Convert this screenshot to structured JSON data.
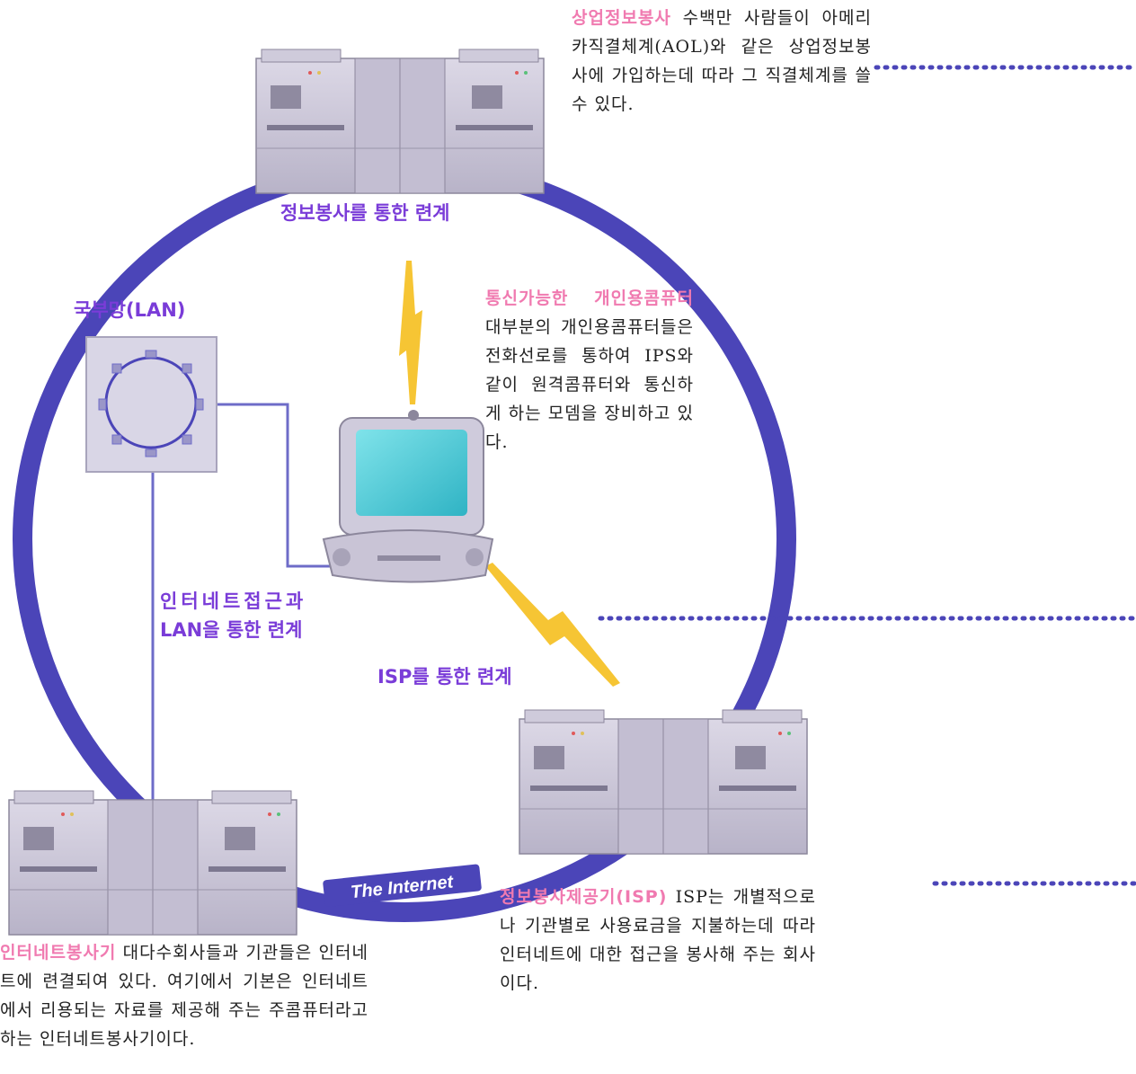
{
  "colors": {
    "ring": "#4b45b8",
    "label": "#7a3cd8",
    "highlight": "#f07ab0",
    "lightning": "#f6c534",
    "connector": "#6e6cc8",
    "server_body": "#c9c4d6",
    "dotted": "#4b45b8"
  },
  "labels": {
    "info_service_link": "정보봉사를 통한 련계",
    "lan_title": "국부망(LAN)",
    "internet_lan_link_1": "인터네트접근과",
    "internet_lan_link_2": "LAN을 통한 련계",
    "isp_link": "ISP를 통한 련계",
    "the_internet": "The Internet"
  },
  "descriptions": {
    "commercial": {
      "title": "상업정보봉사",
      "body": "수백만 사람들이 아메리카직결체계(AOL)와 같은 상업정보봉사에 가입하는데 따라 그 직결체계를 쓸수 있다."
    },
    "personal_pc": {
      "title": "통신가능한 개인용콤퓨터",
      "body": "대부분의 개인용콤퓨터들은 전화선로를 통하여 IPS와 같이 원격콤퓨터와 통신하게 하는 모뎀을 장비하고 있다."
    },
    "internet_server": {
      "title": "인터네트봉사기",
      "body": "대다수회사들과 기관들은 인터네트에 련결되여 있다. 여기에서 기본은 인터네트에서 리용되는 자료를 제공해 주는 주콤퓨터라고 하는 인터네트봉사기이다."
    },
    "isp": {
      "title": "정보봉사제공기(ISP)",
      "body": "ISP는 개별적으로나 기관별로 사용료금을 지불하는데 따라 인터네트에 대한 접근을 봉사해 주는 회사이다."
    }
  }
}
